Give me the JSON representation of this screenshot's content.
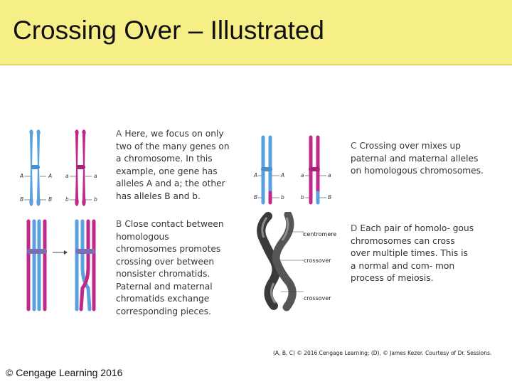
{
  "slide": {
    "title": "Crossing Over – Illustrated",
    "copyright": "© Cengage Learning 2016",
    "credit": "(A, B, C) © 2016 Cengage Learning; (D), © James Kezer. Courtesy of Dr. Sessions."
  },
  "colors": {
    "paternal": "#5aa0dc",
    "maternal": "#c0298a",
    "title_bg": "#f6ef88"
  },
  "captions": {
    "a": {
      "letter": "A",
      "text": "Here, we focus on only two of the many genes on a chromosome. In this example, one gene has alleles A and a; the other has alleles B and b."
    },
    "b": {
      "letter": "B",
      "text": "Close contact between homologous chromosomes promotes crossing over between nonsister chromatids. Paternal and maternal chromatids exchange corresponding pieces."
    },
    "c": {
      "letter": "C",
      "text": "Crossing over mixes up paternal and maternal alleles on homologous chromosomes."
    },
    "d": {
      "letter": "D",
      "text": "Each pair of homolo- gous chromosomes can cross over multiple times. This is a normal and com- mon process of meiosis."
    }
  },
  "panel_a": {
    "paternal_top_left": "A",
    "paternal_top_right": "A",
    "paternal_bottom_left": "B",
    "paternal_bottom_right": "B",
    "maternal_top_left": "a",
    "maternal_top_right": "a",
    "maternal_bottom_left": "b",
    "maternal_bottom_right": "b"
  },
  "panel_c": {
    "paternal_top_left": "A",
    "paternal_top_right": "A",
    "paternal_bottom_left": "B",
    "paternal_bottom_right": "b",
    "maternal_top_left": "a",
    "maternal_top_right": "a",
    "maternal_bottom_left": "b",
    "maternal_bottom_right": "B"
  },
  "panel_d": {
    "labels": [
      "centromere",
      "crossover",
      "crossover"
    ]
  }
}
